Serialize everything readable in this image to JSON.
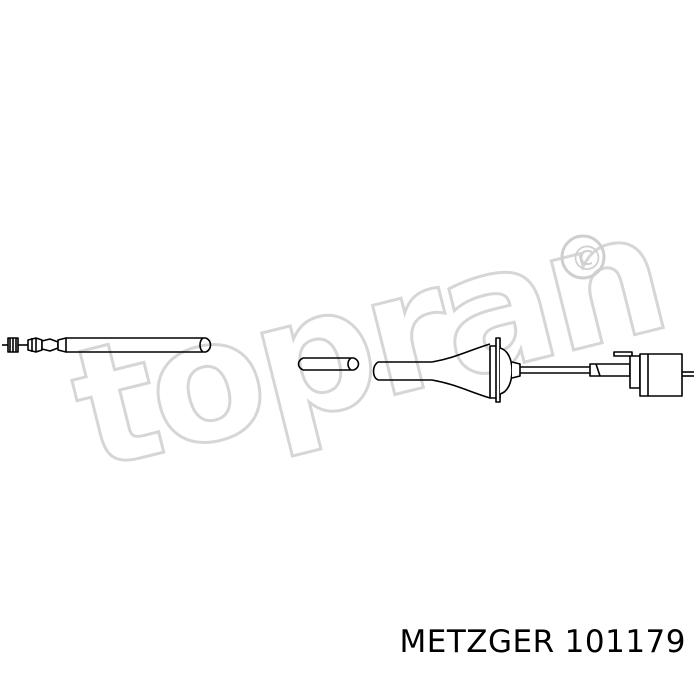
{
  "watermark": {
    "text": "topran",
    "symbol": "©",
    "color": "#d9d9d9"
  },
  "drawing": {
    "subject": "cable-assembly",
    "line_color": "#000000"
  },
  "caption": {
    "brand": "METZGER",
    "part_number": "101179"
  }
}
